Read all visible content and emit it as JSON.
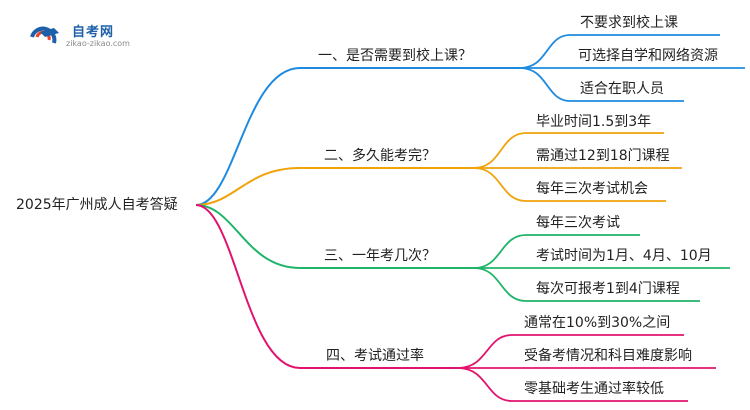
{
  "logo": {
    "title": "自考网",
    "url": "zikao-zikao.com",
    "icon": "graduation-cap-icon"
  },
  "root": "2025年广州成人自考答疑",
  "branches": [
    {
      "label": "一、是否需要到校上课？",
      "color": "#1f8be0",
      "children": [
        "不要求到校上课",
        "可选择自学和网络资源",
        "适合在职人员"
      ]
    },
    {
      "label": "二、多久能考完？",
      "color": "#f0a30a",
      "children": [
        "毕业时间1.5到3年",
        "需通过12到18门课程",
        "每年三次考试机会"
      ]
    },
    {
      "label": "三、一年考几次？",
      "color": "#20b46a",
      "children": [
        "每年三次考试",
        "考试时间为1月、4月、10月",
        "每次可报考1到4门课程"
      ]
    },
    {
      "label": "四、考试通过率",
      "color": "#e2136e",
      "children": [
        "通常在10%到30%之间",
        "受备考情况和科目难度影响",
        "零基础考生通过率较低"
      ]
    }
  ]
}
